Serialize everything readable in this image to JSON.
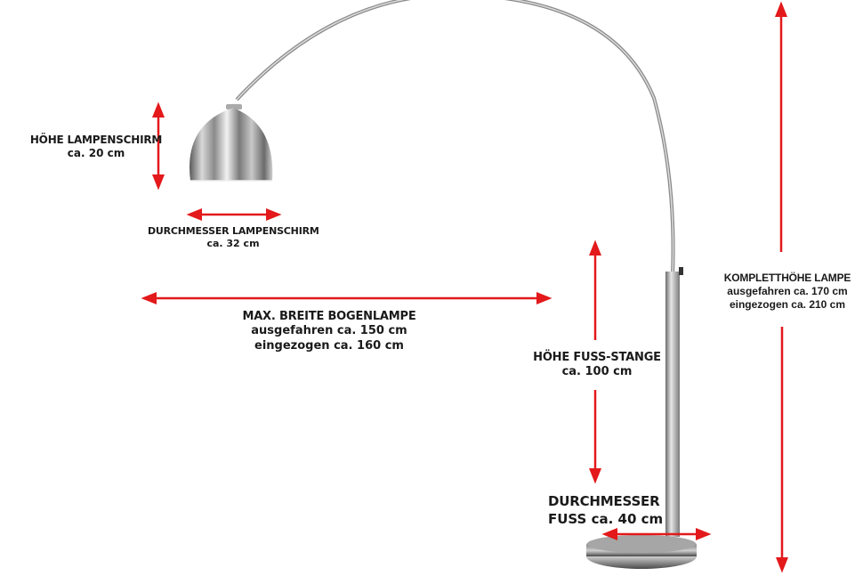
{
  "diagram": {
    "subject": "Bogenlampe (arc floor lamp) dimensions",
    "arrow_color": "#e3191b",
    "metal_color": "#9a9a9a",
    "labels": {
      "shade_height": {
        "title": "HÖHE LAMPENSCHIRM",
        "lines": [
          "ca. 20 cm"
        ]
      },
      "shade_diameter": {
        "title": "DURCHMESSER LAMPENSCHIRM",
        "lines": [
          "ca. 32 cm"
        ]
      },
      "max_width": {
        "title": "MAX. BREITE BOGENLAMPE",
        "lines": [
          "ausgefahren ca. 150 cm",
          "eingezogen ca. 160 cm"
        ]
      },
      "pole_height": {
        "title": "HÖHE FUSS-STANGE",
        "lines": [
          "ca. 100 cm"
        ]
      },
      "base_diameter": {
        "title": "DURCHMESSER",
        "lines": [
          "FUSS ca. 40 cm"
        ]
      },
      "total_height": {
        "title": "KOMPLETTHÖHE LAMPE",
        "lines": [
          "ausgefahren ca. 170 cm",
          "eingezogen ca. 210 cm"
        ]
      }
    }
  }
}
